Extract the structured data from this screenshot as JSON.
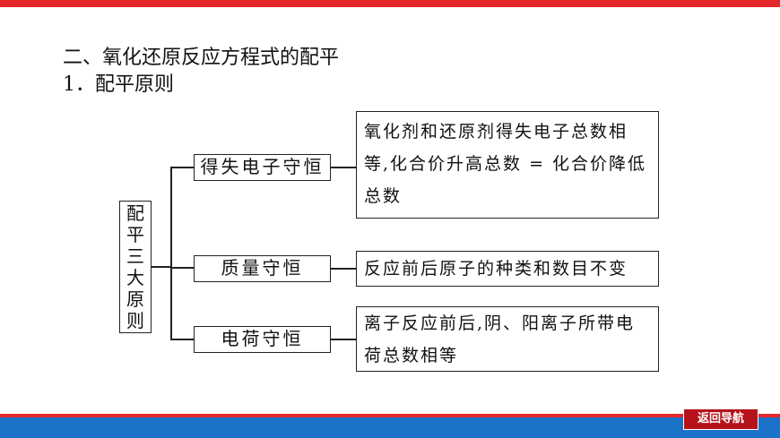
{
  "heading": "二、氧化还原反应方程式的配平",
  "subheading": "1．配平原则",
  "root_chars": [
    "配",
    "平",
    "三",
    "大",
    "原",
    "则"
  ],
  "principles": [
    {
      "name": "得失电子守恒",
      "description": "氧化剂和还原剂得失电子总数相等,化合价升高总数 = 化合价降低总数"
    },
    {
      "name": "质量守恒",
      "description": "反应前后原子的种类和数目不变"
    },
    {
      "name": "电荷守恒",
      "description": "离子反应前后,阴、阳离子所带电荷总数相等"
    }
  ],
  "nav_button": "返回导航",
  "colors": {
    "top_bar": "#e3262a",
    "bottom_bar": "#1a73c8",
    "nav_button": "#b5121b"
  }
}
